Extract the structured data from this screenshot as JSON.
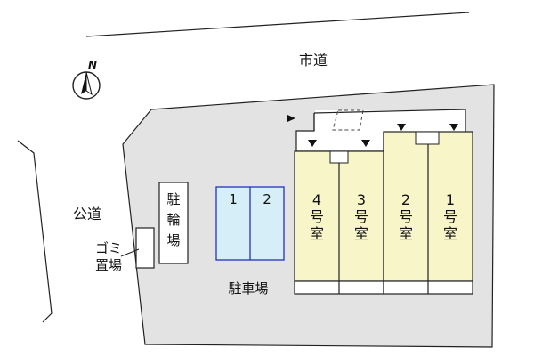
{
  "compass": {
    "label": "N",
    "icon": "north-arrow-icon"
  },
  "roads": {
    "city_road": "市道",
    "public_road": "公道"
  },
  "facilities": {
    "bicycle_parking": [
      "駐",
      "輪",
      "場"
    ],
    "garbage": [
      "ゴミ",
      "置場"
    ],
    "parking_lot": "駐車場",
    "parking_spaces": [
      "1",
      "2"
    ]
  },
  "units": [
    {
      "number": "4",
      "chars": [
        "号",
        "室"
      ]
    },
    {
      "number": "3",
      "chars": [
        "号",
        "室"
      ]
    },
    {
      "number": "2",
      "chars": [
        "号",
        "室"
      ]
    },
    {
      "number": "1",
      "chars": [
        "号",
        "室"
      ]
    }
  ],
  "colors": {
    "lot": "#e3e3e3",
    "unit": "#f8f5c8",
    "parking_fill": "#d6eef8",
    "parking_border": "#2233bb",
    "line": "#222222"
  }
}
